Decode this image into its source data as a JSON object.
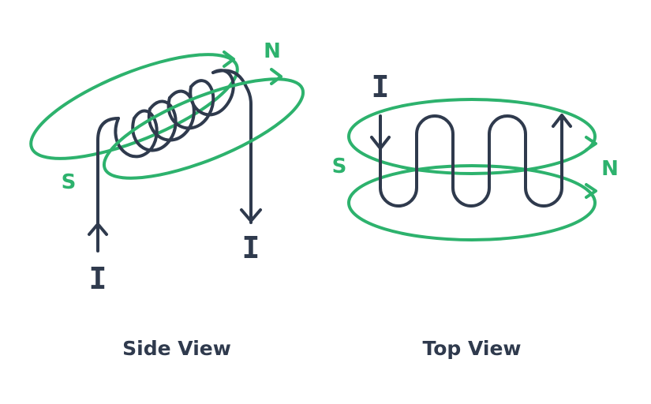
{
  "colors": {
    "wire": "#2f3a4d",
    "field": "#2db26d",
    "background": "#ffffff"
  },
  "side_view": {
    "caption": "Side View",
    "north_label": "N",
    "south_label": "S",
    "current_in_label": "I",
    "current_out_label": "I"
  },
  "top_view": {
    "caption": "Top View",
    "north_label": "N",
    "south_label": "S",
    "current_label": "I"
  }
}
